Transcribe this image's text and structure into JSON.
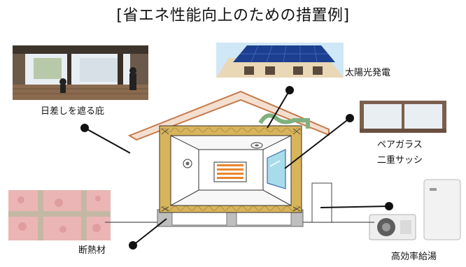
{
  "title": "[省エネ性能向上のための措置例]",
  "labels": {
    "eaves": "日差しを遮る庇",
    "solar": "太陽光発電",
    "sash_line1": "ペアガラス",
    "sash_line2": "二重サッシ",
    "water_heater": "高効率給湯",
    "insulation": "断熱材"
  },
  "colors": {
    "roof": "#d9895b",
    "insulation": "#c8a24a",
    "leader": "#111111",
    "window": "#9fd6e6"
  },
  "icons": [
    "solar-panel-icon",
    "sun-icon"
  ]
}
